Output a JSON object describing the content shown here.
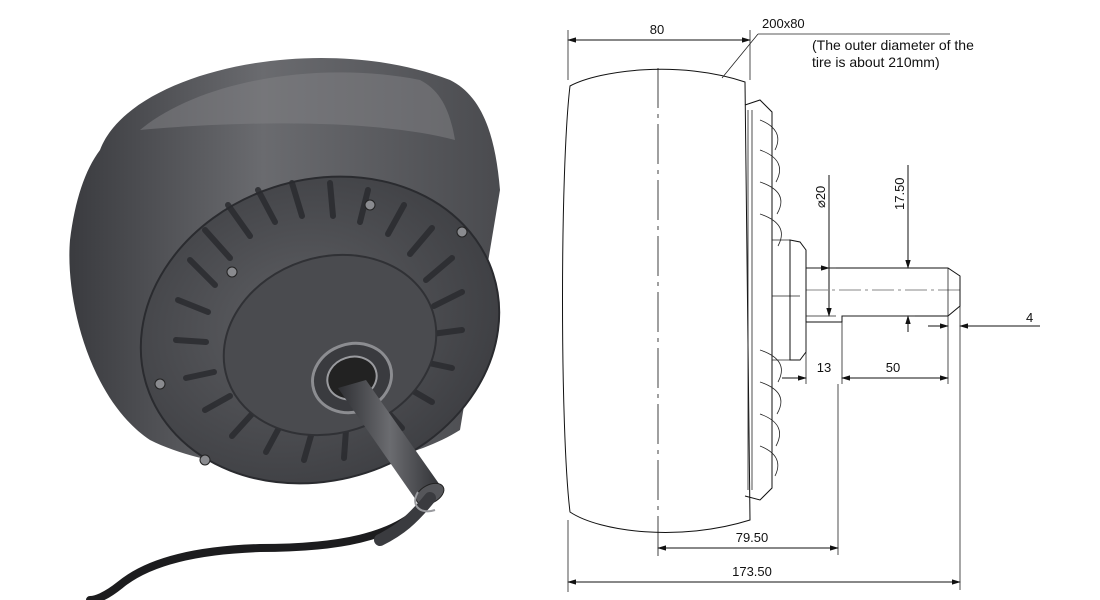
{
  "colors": {
    "motor_body": "#55565a",
    "motor_dark": "#2e2f33",
    "motor_light": "#7b7c80",
    "shaft": "#4a4b4f",
    "cable": "#1c1c1e",
    "line": "#111111"
  },
  "photo": {
    "subject": "hub-motor-photo"
  },
  "drawing": {
    "width_80": "80",
    "tire_spec": "200x80",
    "note_line1": "(The outer diameter of the",
    "note_line2": "tire is about 210mm)",
    "dia_20": "⌀20",
    "h_17_50": "17.50",
    "w_4": "4",
    "w_13": "13",
    "w_50": "50",
    "w_79_50": "79.50",
    "w_173_50": "173.50"
  }
}
